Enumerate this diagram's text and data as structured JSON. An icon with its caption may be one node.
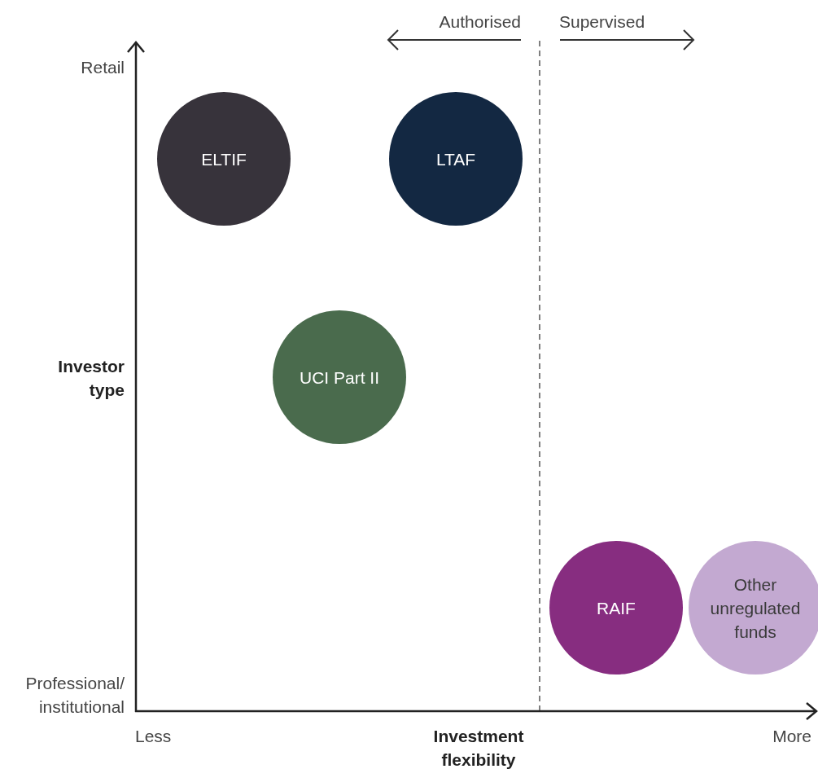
{
  "diagram": {
    "nodes": [
      {
        "text": [
          "ELTIF"
        ]
      },
      {
        "text": [
          "LTAF"
        ]
      },
      {
        "text": [
          "UCI Part II"
        ]
      },
      {
        "text": [
          "RAIF"
        ]
      },
      {
        "text": [
          "Other unregulated funds"
        ]
      }
    ],
    "edges": [],
    "labels": [
      "Authorised",
      "Supervised",
      "Retail",
      "Investor type",
      "Professional/ institutional",
      "Less",
      "Investment flexibility",
      "More"
    ]
  }
}
